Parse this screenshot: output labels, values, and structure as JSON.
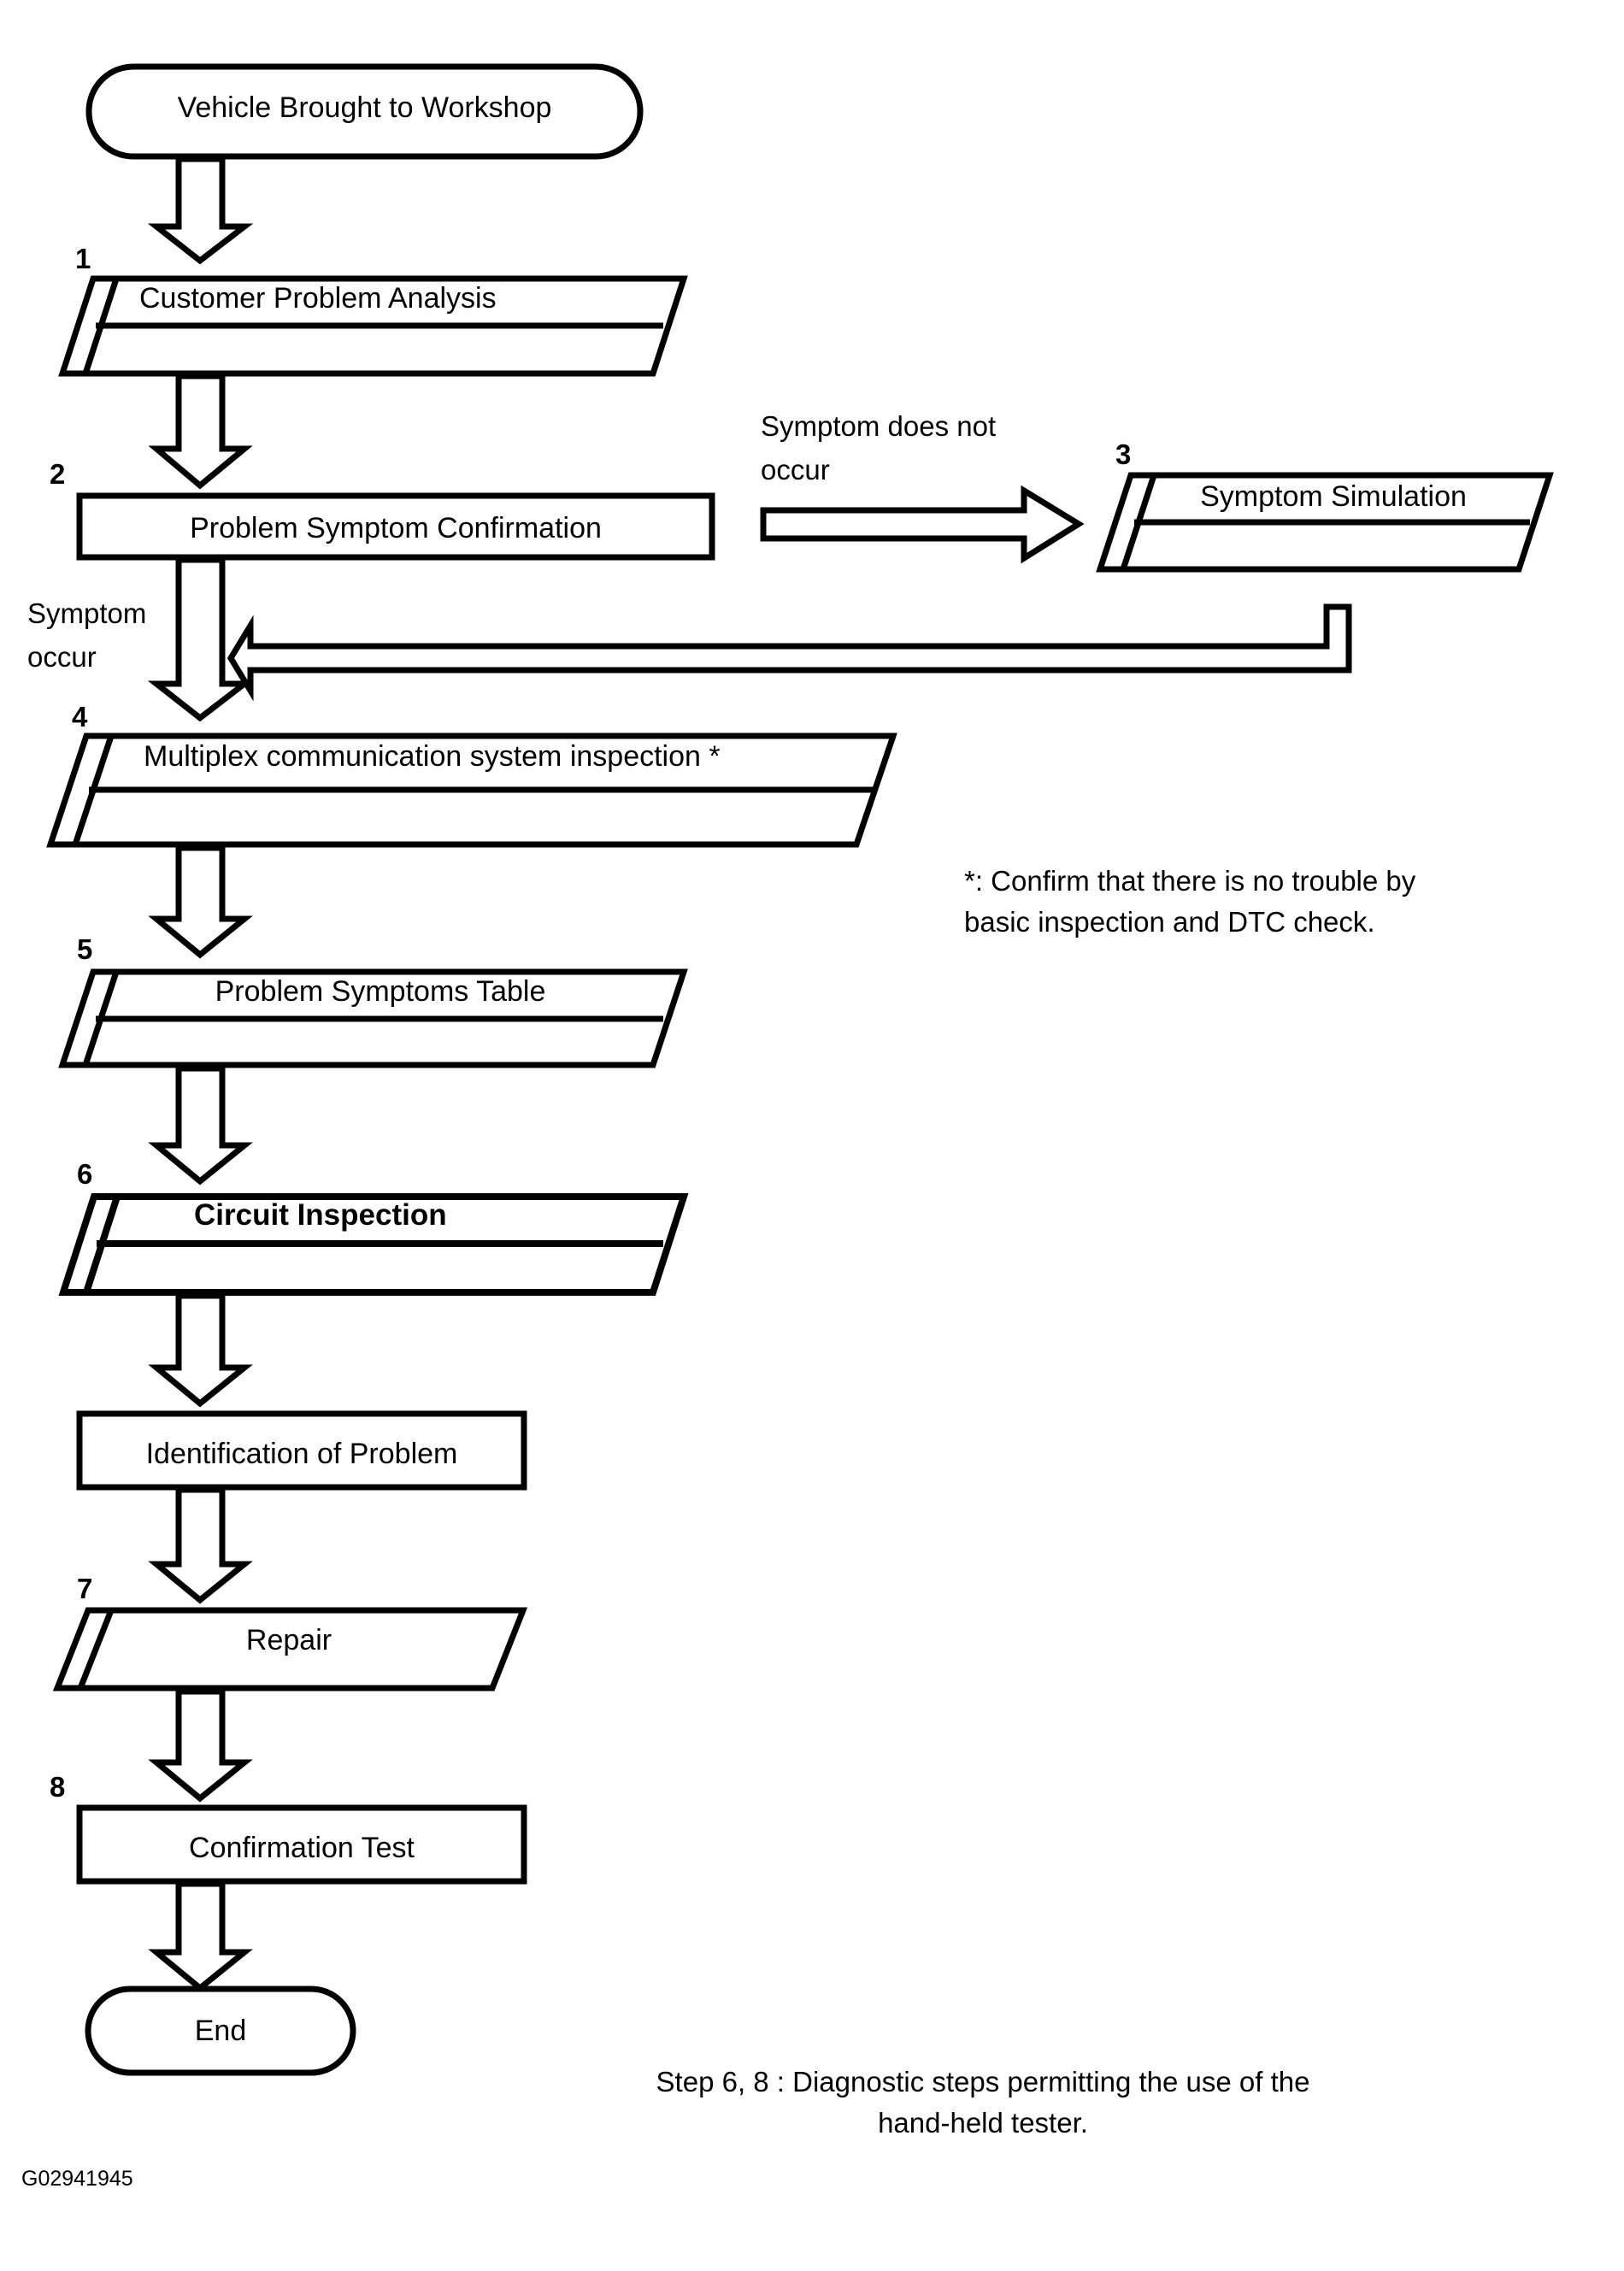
{
  "figure": {
    "id_code": "G02941945",
    "title": "Vehicle diagnostic troubleshooting flowchart"
  },
  "nodes": [
    {
      "key": "start",
      "label": "Vehicle Brought to Workshop",
      "shape": "terminator",
      "step": ""
    },
    {
      "key": "step1",
      "label": "Customer Problem Analysis",
      "shape": "parallelogram-2",
      "step": "1"
    },
    {
      "key": "step2",
      "label": "Problem Symptom Confirmation",
      "shape": "rectangle",
      "step": "2"
    },
    {
      "key": "step3",
      "label": "Symptom Simulation",
      "shape": "parallelogram-2",
      "step": "3"
    },
    {
      "key": "step4",
      "label": "Multiplex communication system inspection *",
      "shape": "parallelogram-2",
      "step": "4"
    },
    {
      "key": "step5",
      "label": "Problem Symptoms Table",
      "shape": "parallelogram-2",
      "step": "5"
    },
    {
      "key": "step6",
      "label": "Circuit Inspection",
      "shape": "parallelogram-2",
      "step": "6",
      "bold": true
    },
    {
      "key": "identify",
      "label": "Identification of Problem",
      "shape": "rectangle",
      "step": ""
    },
    {
      "key": "step7",
      "label": "Repair",
      "shape": "parallelogram-1",
      "step": "7"
    },
    {
      "key": "step8",
      "label": "Confirmation Test",
      "shape": "rectangle",
      "step": "8"
    },
    {
      "key": "end",
      "label": "End",
      "shape": "terminator",
      "step": ""
    }
  ],
  "edge_labels": {
    "symptom_does_not_occur": "Symptom does not\noccur",
    "symptom_occur": "Symptom\noccur"
  },
  "footnote": "*: Confirm that there is no trouble by\nbasic inspection and DTC check.",
  "caption": "Step 6, 8 : Diagnostic steps permitting the use of the\nhand-held tester.",
  "colors": {
    "stroke": "#000000",
    "fill": "#ffffff",
    "background": "#ffffff"
  }
}
